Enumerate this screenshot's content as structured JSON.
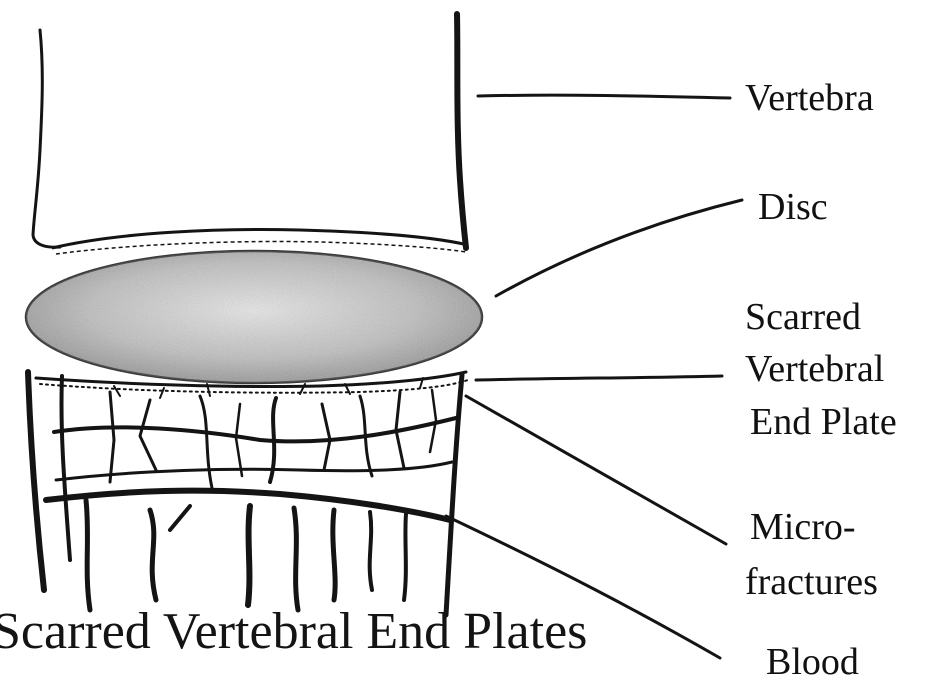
{
  "labels": {
    "vertebra": "Vertebra",
    "disc": "Disc",
    "end_plate_line1": "Scarred",
    "end_plate_line2": "Vertebral",
    "end_plate_line3": "End Plate",
    "micro_line1": "Micro-",
    "micro_line2": "fractures",
    "blood_partial": "Blood"
  },
  "caption": "Scarred Vertebral End Plates",
  "colors": {
    "ink": "#141414",
    "disc_fill": "#bdbdbd",
    "paper": "#ffffff"
  }
}
